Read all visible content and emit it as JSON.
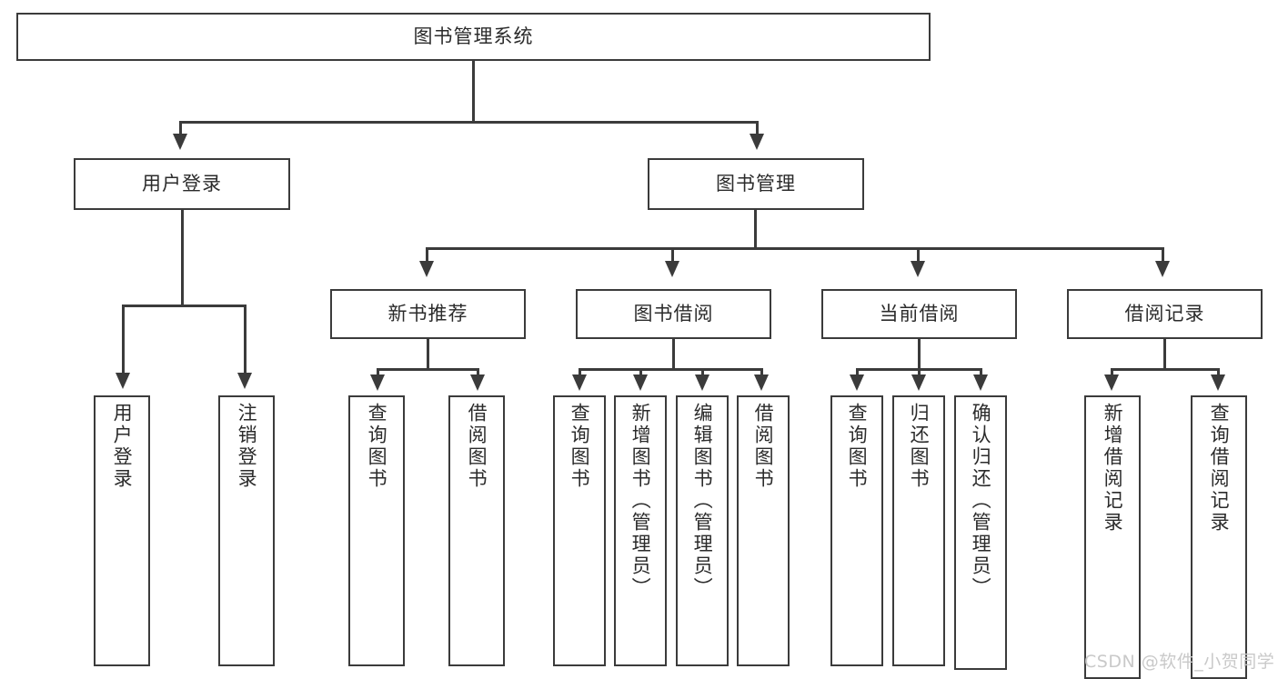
{
  "diagram": {
    "title": "图书管理系统",
    "type": "function-structure-tree",
    "watermark": "CSDN @软件_小贺同学",
    "root": {
      "label": "图书管理系统"
    },
    "level2": [
      {
        "label": "用户登录"
      },
      {
        "label": "图书管理"
      }
    ],
    "level3": [
      {
        "label": "新书推荐"
      },
      {
        "label": "图书借阅"
      },
      {
        "label": "当前借阅"
      },
      {
        "label": "借阅记录"
      }
    ],
    "leaves": {
      "user_login": [
        {
          "label": "用户登录"
        },
        {
          "label": "注销登录"
        }
      ],
      "new_book": [
        {
          "label": "查询图书"
        },
        {
          "label": "借阅图书"
        }
      ],
      "book_borrow": [
        {
          "label": "查询图书"
        },
        {
          "label": "新增图书（管理员）"
        },
        {
          "label": "编辑图书（管理员）"
        },
        {
          "label": "借阅图书"
        }
      ],
      "current_borrow": [
        {
          "label": "查询图书"
        },
        {
          "label": "归还图书"
        },
        {
          "label": "确认归还（管理员）"
        }
      ],
      "borrow_record": [
        {
          "label": "新增借阅记录"
        },
        {
          "label": "查询借阅记录"
        }
      ]
    },
    "colors": {
      "stroke": "#3b3b3b",
      "text": "#2b2b2b",
      "background": "#ffffff",
      "watermark": "#c9c9c9"
    }
  }
}
